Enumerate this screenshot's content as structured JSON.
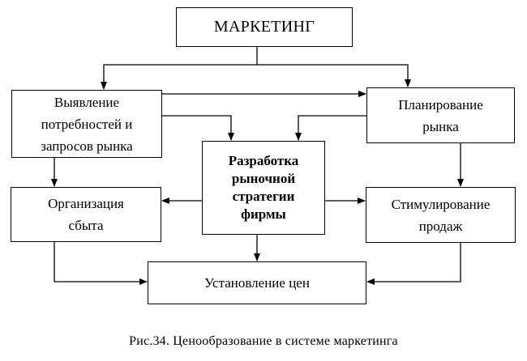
{
  "diagram": {
    "top_box": "МАРКЕТИНГ",
    "needs_box": [
      "Выявление",
      "потребностей и",
      "запросов рынка"
    ],
    "plan_box": [
      "Планирование",
      "рынка"
    ],
    "strategy_box": [
      "Разработка",
      "рыночной",
      "стратегии",
      "фирмы"
    ],
    "org_box": [
      "Организация",
      "сбыта"
    ],
    "stim_box": [
      "Стимулирование",
      "продаж"
    ],
    "price_box": "Установление цен"
  },
  "caption": "Рис.34. Ценообразование в системе маркетинга"
}
